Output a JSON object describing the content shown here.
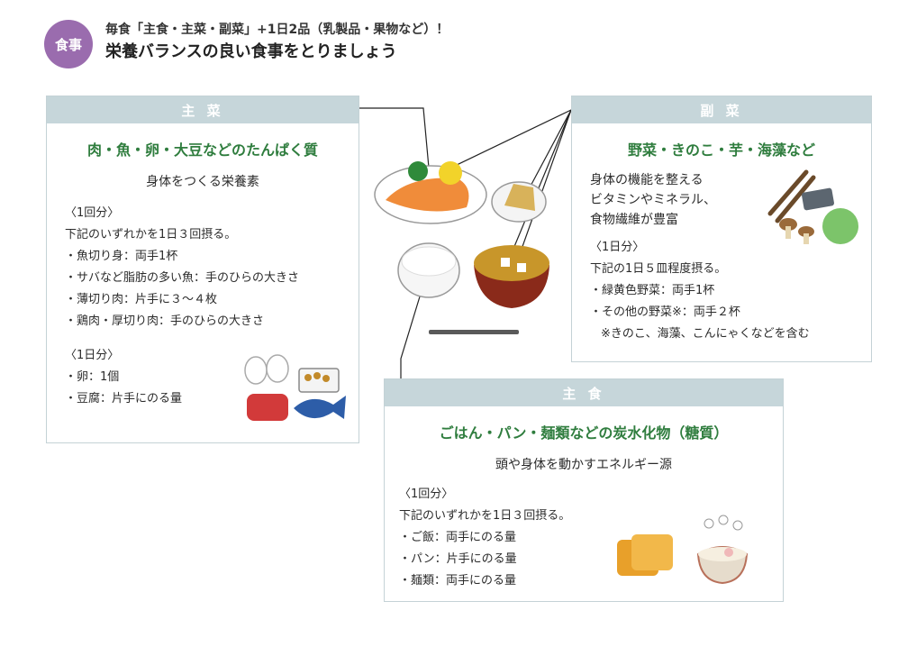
{
  "header": {
    "badge": "食事",
    "line1": "毎食「主食・主菜・副菜」+1日2品（乳製品・果物など）！",
    "line2": "栄養バランスの良い食事をとりましょう"
  },
  "shusai": {
    "title": "主 菜",
    "subtitle": "肉・魚・卵・大豆などのたんぱく質",
    "desc": "身体をつくる栄養素",
    "group1": [
      "〈1回分〉",
      "下記のいずれかを1日３回摂る。",
      "・魚切り身：両手1杯",
      "・サバなど脂肪の多い魚：手のひらの大きさ",
      "・薄切り肉：片手に３～４枚",
      "・鶏肉・厚切り肉：手のひらの大きさ"
    ],
    "group2": [
      "〈1日分〉",
      "・卵：1個",
      "・豆腐：片手にのる量"
    ]
  },
  "fukusai": {
    "title": "副 菜",
    "subtitle": "野菜・きのこ・芋・海藻など",
    "desc_lines": [
      "身体の機能を整える",
      "ビタミンやミネラル、",
      "食物繊維が豊富"
    ],
    "group": [
      "〈1日分〉",
      "下記の1日５皿程度摂る。",
      "・緑黄色野菜：両手1杯",
      "・その他の野菜※：両手２杯",
      "※きのこ、海藻、こんにゃくなどを含む"
    ]
  },
  "shushoku": {
    "title": "主 食",
    "subtitle": "ごはん・パン・麺類などの炭水化物（糖質）",
    "desc": "頭や身体を動かすエネルギー源",
    "group": [
      "〈1回分〉",
      "下記のいずれかを1日３回摂る。",
      "・ご飯：両手にのる量",
      "・パン：片手にのる量",
      "・麺類：両手にのる量"
    ]
  },
  "colors": {
    "badge": "#9a6cae",
    "header_bar": "#c6d6da",
    "subtitle_green": "#2f7d3e"
  }
}
